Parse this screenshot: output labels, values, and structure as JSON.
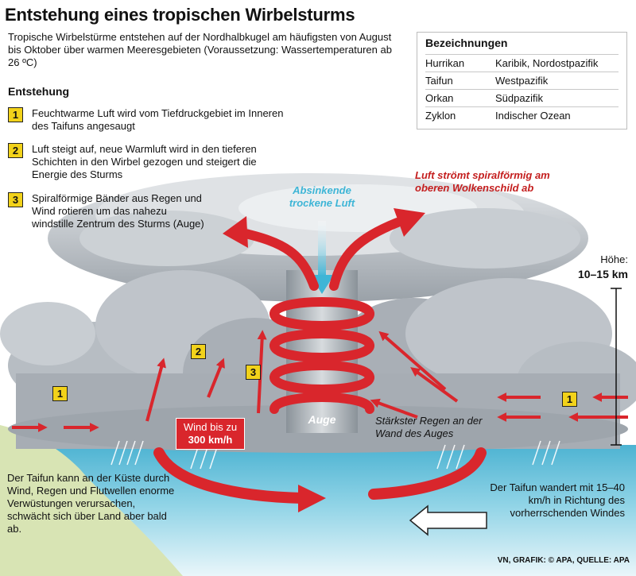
{
  "title": "Entstehung eines tropischen Wirbelsturms",
  "intro": "Tropische Wirbelstürme entstehen auf der Nordhalbkugel am häufigsten von August bis Oktober über warmen Meeresgebieten (Voraussetzung: Wassertemperaturen ab 26 ºC)",
  "section_title": "Entstehung",
  "steps": [
    {
      "num": "1",
      "text": "Feuchtwarme Luft wird vom Tiefdruckgebiet im Inneren des Taifuns angesaugt"
    },
    {
      "num": "2",
      "text": "Luft steigt auf, neue Warmluft wird in den tieferen Schichten in den Wirbel gezogen und steigert die Energie des Sturms"
    },
    {
      "num": "3",
      "text": "Spiralförmige Bänder aus Regen und Wind rotieren um das nahezu windstille Zentrum des Sturms (Auge)"
    }
  ],
  "terms": {
    "heading": "Bezeichnungen",
    "rows": [
      {
        "name": "Hurrikan",
        "region": "Karibik, Nordostpazifik"
      },
      {
        "name": "Taifun",
        "region": "Westpazifik"
      },
      {
        "name": "Orkan",
        "region": "Südpazifik"
      },
      {
        "name": "Zyklon",
        "region": "Indischer Ozean"
      }
    ]
  },
  "labels": {
    "descending_air": "Absinkende trockene Luft",
    "spiral_outflow": "Luft strömt spiralförmig am oberen Wolkenschild ab",
    "height_label": "Höhe:",
    "height_value": "10–15 km",
    "eye": "Auge",
    "strongest_rain": "Stärkster Regen an der Wand des Auges",
    "wind_prefix": "Wind bis zu",
    "wind_value": "300 km/h",
    "coast_damage": "Der Taifun kann an der Küste durch Wind, Regen und Flutwellen enorme Verwüstungen verursachen, schwächt sich über Land aber bald ab.",
    "movement": "Der Taifun wandert mit 15–40 km/h in Richtung des vorherrschenden Windes",
    "marker_1": "1",
    "marker_2": "2",
    "marker_3": "3",
    "credit": "VN, GRAFIK: © APA, QUELLE: APA"
  },
  "colors": {
    "accent_red": "#d9262c",
    "marker_yellow": "#f2d21a",
    "sea": "#6fc6de",
    "cloud": "#b9bec4",
    "land": "#d8e4b4",
    "descending_air": "#3eb5d6"
  }
}
